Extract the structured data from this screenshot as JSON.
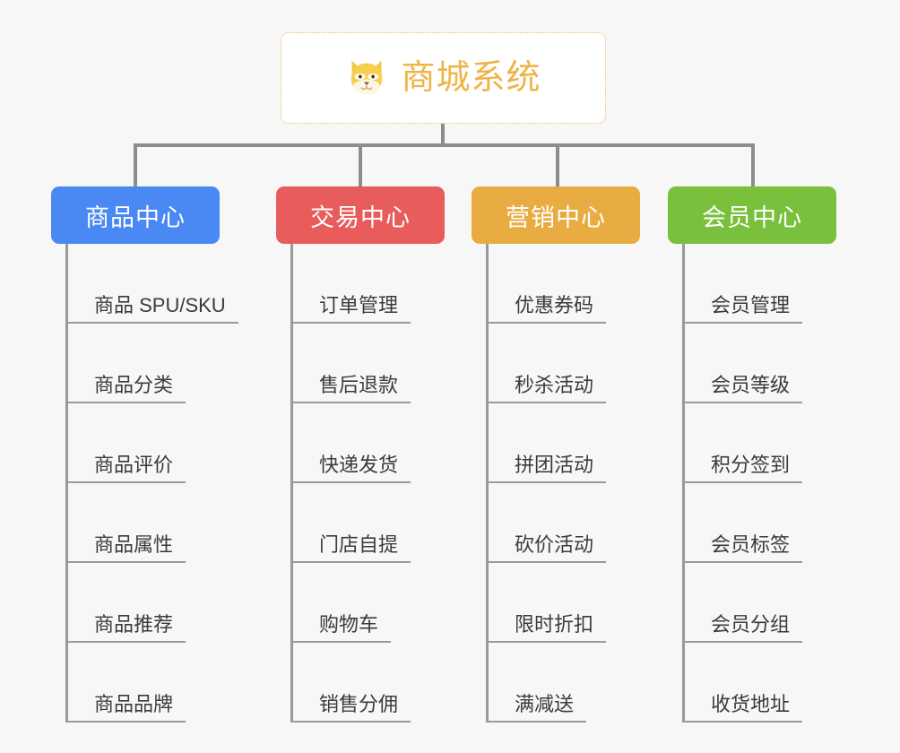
{
  "root": {
    "title": "商城系统",
    "icon": "shiba-dog-icon",
    "title_color": "#efb447",
    "border_color": "#f0b95c",
    "background": "#ffffff"
  },
  "canvas": {
    "background": "#f7f7f7",
    "connector_color": "#8d8d8d"
  },
  "columns": [
    {
      "title": "商品中心",
      "color": "#4a89f3",
      "items": [
        {
          "label": "商品 SPU/SKU"
        },
        {
          "label": "商品分类"
        },
        {
          "label": "商品评价"
        },
        {
          "label": "商品属性"
        },
        {
          "label": "商品推荐"
        },
        {
          "label": "商品品牌"
        }
      ]
    },
    {
      "title": "交易中心",
      "color": "#e85c5c",
      "items": [
        {
          "label": "订单管理"
        },
        {
          "label": "售后退款"
        },
        {
          "label": "快递发货"
        },
        {
          "label": "门店自提"
        },
        {
          "label": "购物车"
        },
        {
          "label": "销售分佣"
        }
      ]
    },
    {
      "title": "营销中心",
      "color": "#e9ac42",
      "items": [
        {
          "label": "优惠券码"
        },
        {
          "label": "秒杀活动"
        },
        {
          "label": "拼团活动"
        },
        {
          "label": "砍价活动"
        },
        {
          "label": "限时折扣"
        },
        {
          "label": "满减送"
        }
      ]
    },
    {
      "title": "会员中心",
      "color": "#79c03c",
      "items": [
        {
          "label": "会员管理"
        },
        {
          "label": "会员等级"
        },
        {
          "label": "积分签到"
        },
        {
          "label": "会员标签"
        },
        {
          "label": "会员分组"
        },
        {
          "label": "收货地址"
        }
      ]
    }
  ]
}
